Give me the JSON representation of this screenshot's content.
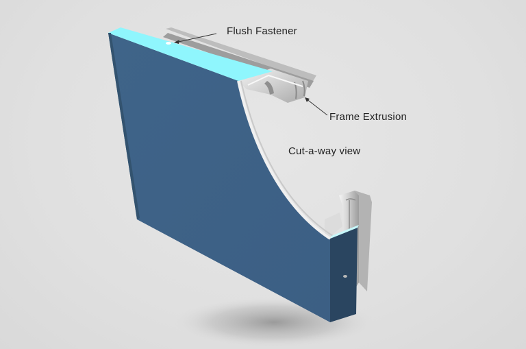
{
  "diagram": {
    "subject": "Panel with flush fastener and frame extrusion, cut-away 3D render",
    "labels": {
      "flush_fastener": "Flush Fastener",
      "frame_extrusion": "Frame Extrusion",
      "cut_away_view": "Cut-a-way view"
    },
    "colors": {
      "background": "#e2e2e2",
      "panel_face": "#3e6389",
      "panel_side_dark": "#2a4560",
      "panel_top_edge": "#8ff6fd",
      "extrusion": "#d4d4d4",
      "text": "#222222",
      "shadow": "#9a9a9a"
    }
  }
}
